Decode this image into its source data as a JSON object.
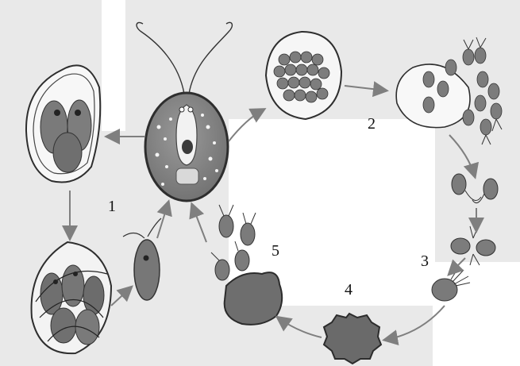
{
  "labels": [
    "1",
    "2",
    "3",
    "4",
    "5"
  ],
  "colors": {
    "background": "#e9e9e9",
    "cell_fill": "#8a8a8a",
    "cell_dark": "#5f5f5f",
    "outline": "#3a3a3a",
    "arrow": "#7f7f7f",
    "blank": "#ffffff"
  },
  "icons": [
    "cycle-arrow-icon"
  ]
}
